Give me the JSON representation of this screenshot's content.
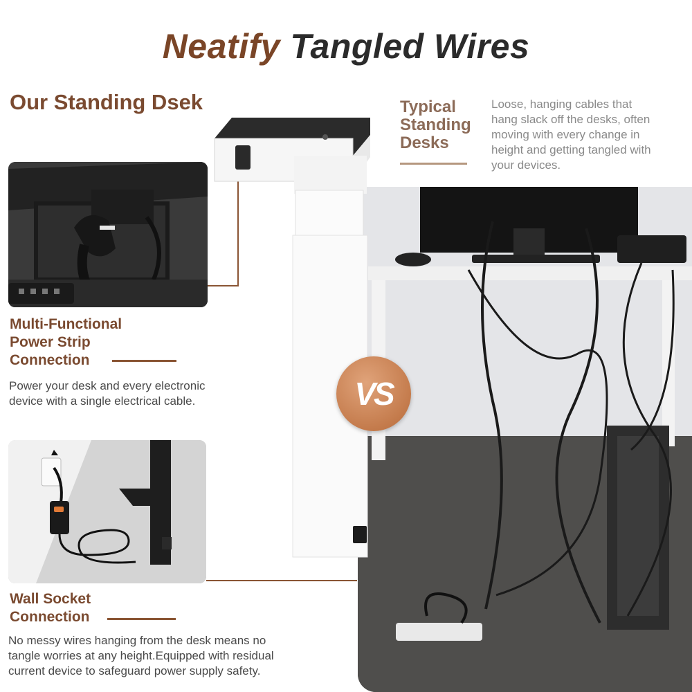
{
  "title": {
    "accent": "Neatify",
    "rest": "Tangled Wires"
  },
  "left": {
    "heading": "Our Standing Dsek",
    "feature1": {
      "title_lines": [
        "Multi-Functional",
        "Power Strip",
        "Connection"
      ],
      "description_lines": [
        "Power your desk and every electronic",
        "device with a single electrical cable."
      ]
    },
    "feature2": {
      "title_lines": [
        "Wall Socket",
        "Connection"
      ],
      "description_lines": [
        "No messy wires hanging from the desk means no",
        "tangle worries at any height.Equipped with residual",
        "current device to safeguard power supply safety."
      ]
    }
  },
  "right": {
    "heading_lines": [
      "Typical",
      "Standing",
      "Desks"
    ],
    "description_lines": [
      "Loose, hanging cables that",
      "hang slack off the desks, often",
      "moving with every change in",
      "height and getting tangled with",
      "your devices."
    ]
  },
  "badge": {
    "label": "VS"
  },
  "colors": {
    "accent_brown": "#7a4527",
    "dark_text": "#2b2b2b",
    "badge_orange": "#c47b4c",
    "connector_dot": "#e07a37"
  },
  "icons": [
    "power-strip-photo",
    "wall-socket-photo",
    "desk-leg-illustration",
    "tangled-wires-photo"
  ]
}
